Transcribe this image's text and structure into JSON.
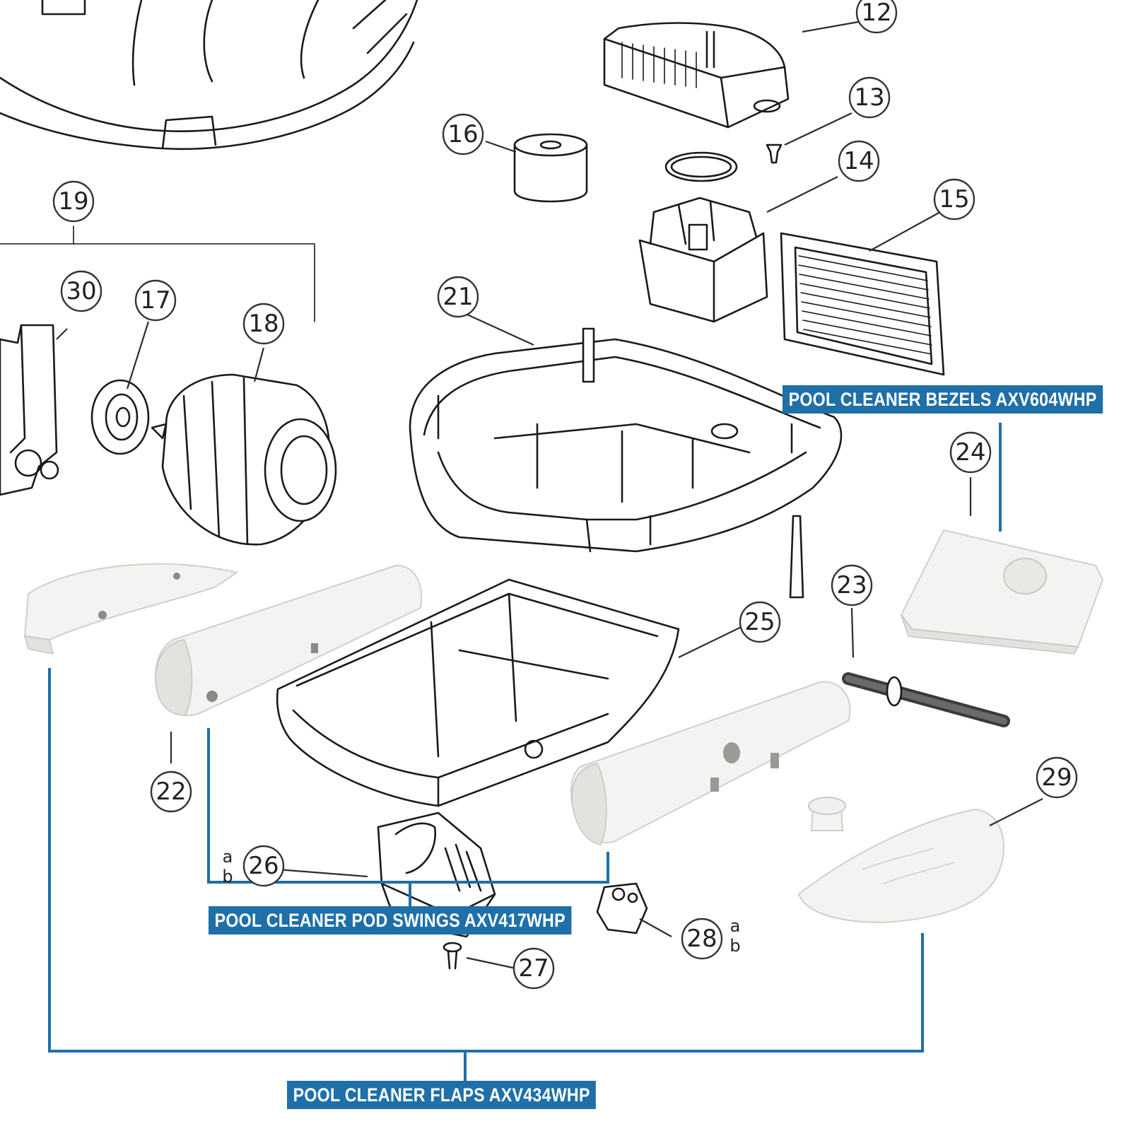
{
  "callouts": {
    "c12": "12",
    "c13": "13",
    "c14": "14",
    "c15": "15",
    "c16": "16",
    "c17": "17",
    "c18": "18",
    "c19": "19",
    "c21": "21",
    "c22": "22",
    "c23": "23",
    "c24": "24",
    "c25": "25",
    "c26": "26",
    "c27": "27",
    "c28": "28",
    "c29": "29",
    "c30": "30"
  },
  "sub_labels": {
    "a": "a",
    "b": "b"
  },
  "banners": {
    "bezels": "POOL CLEANER BEZELS AXV604WHP",
    "pod_swings": "POOL CLEANER POD SWINGS AXV417WHP",
    "flaps": "POOL CLEANER FLAPS AXV434WHP"
  },
  "colors": {
    "banner_blue": "#1f6fa8",
    "line_art": "#1a1a1a",
    "part_white": "#f3f3f1"
  }
}
